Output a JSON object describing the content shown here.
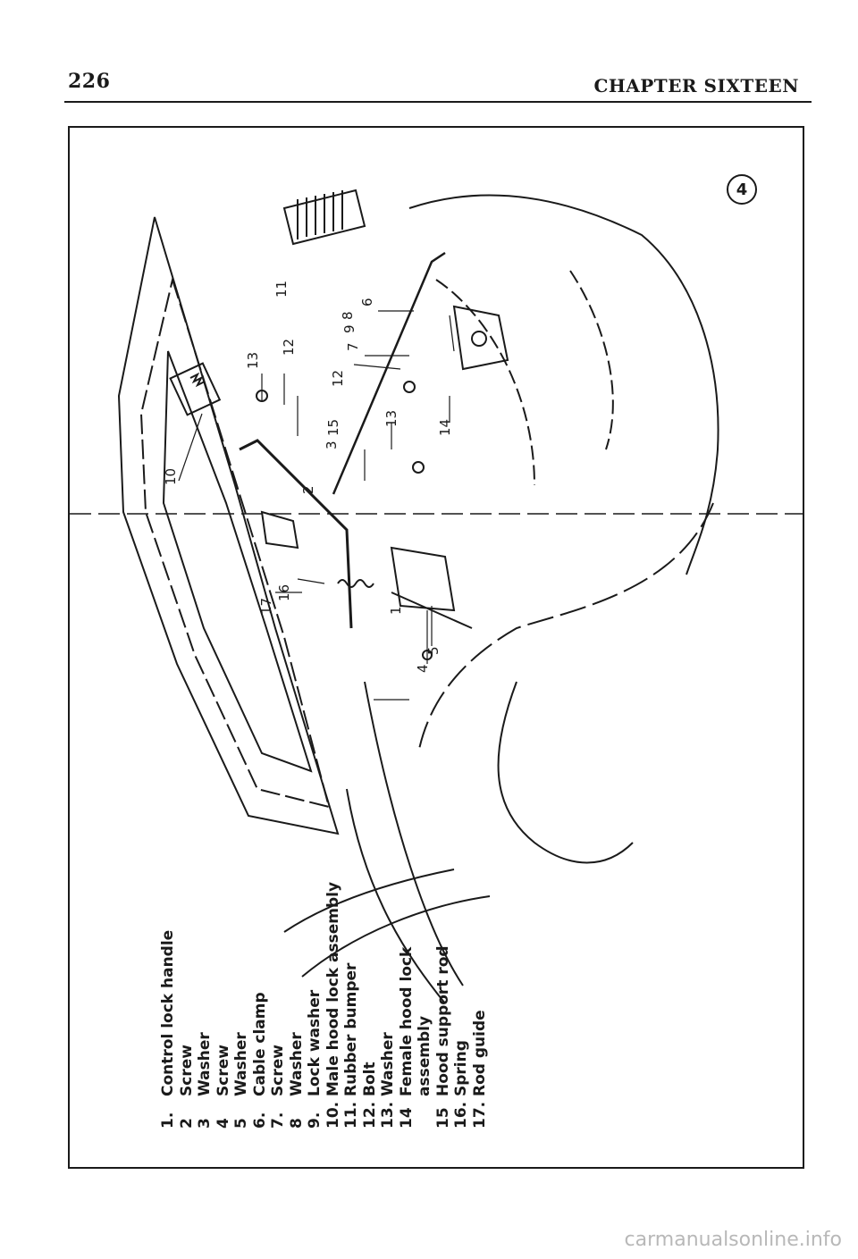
{
  "header": {
    "page_number": "226",
    "chapter_title": "CHAPTER SIXTEEN"
  },
  "figure": {
    "number": "4",
    "callouts": [
      "1",
      "2",
      "3",
      "4",
      "5",
      "6",
      "7",
      "8",
      "9",
      "10",
      "11",
      "12",
      "12",
      "13",
      "13",
      "14",
      "15",
      "16",
      "17"
    ]
  },
  "legend": {
    "items": [
      {
        "num": "1.",
        "label": "Control lock handle"
      },
      {
        "num": "2",
        "label": "Screw"
      },
      {
        "num": "3",
        "label": "Washer"
      },
      {
        "num": "4",
        "label": "Screw"
      },
      {
        "num": "5",
        "label": "Washer"
      },
      {
        "num": "6.",
        "label": "Cable clamp"
      },
      {
        "num": "7.",
        "label": "Screw"
      },
      {
        "num": "8",
        "label": "Washer"
      },
      {
        "num": "9.",
        "label": "Lock washer"
      },
      {
        "num": "10.",
        "label": "Male hood lock assembly"
      },
      {
        "num": "11.",
        "label": "Rubber bumper"
      },
      {
        "num": "12.",
        "label": "Bolt"
      },
      {
        "num": "13.",
        "label": "Washer"
      },
      {
        "num": "14",
        "label": "Female hood lock"
      },
      {
        "num": "",
        "label": "assembly"
      },
      {
        "num": "15",
        "label": "Hood support rod"
      },
      {
        "num": "16.",
        "label": "Spring"
      },
      {
        "num": "17.",
        "label": "Rod guide"
      }
    ]
  },
  "footer": {
    "watermark": "carmanualsonline.info"
  }
}
